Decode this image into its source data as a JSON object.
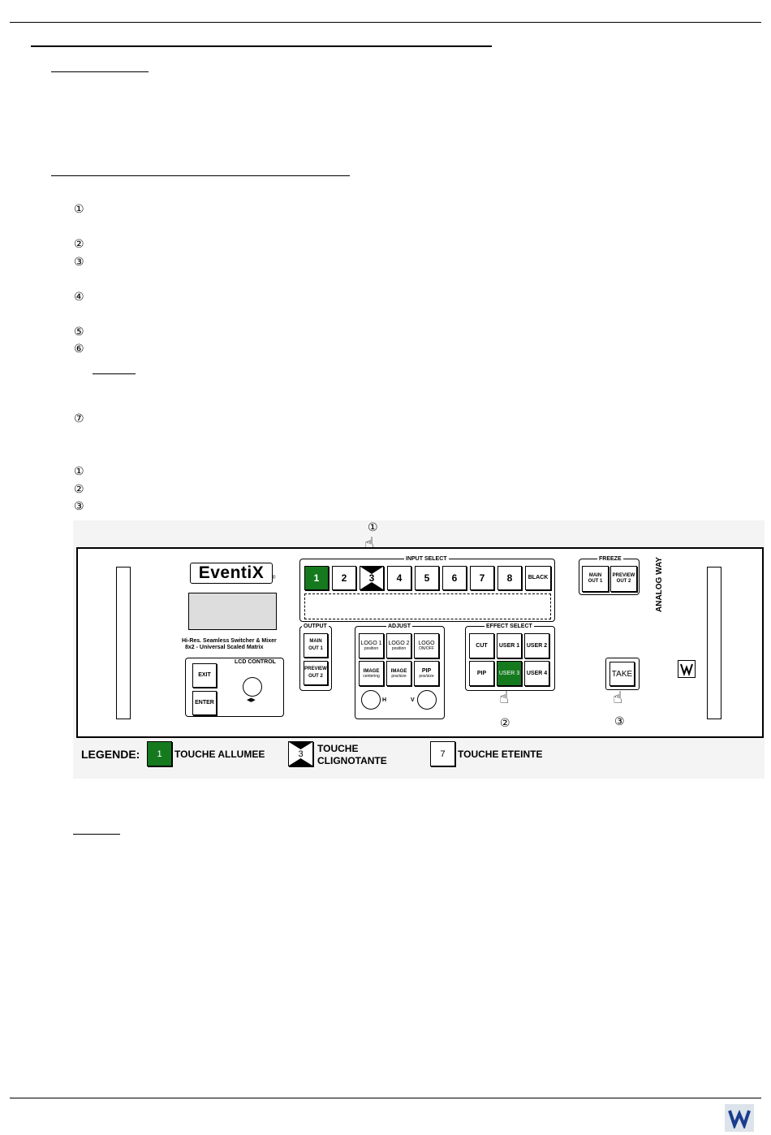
{
  "doc": {
    "steps_a": [
      "①",
      "②",
      "③",
      "④",
      "⑤",
      "⑥",
      "⑦"
    ],
    "steps_b": [
      "①",
      "②",
      "③"
    ]
  },
  "panel": {
    "brand": "EventiX",
    "brand_mark": "®",
    "subtitle_line1": "Hi-Res. Seamless Switcher & Mixer",
    "subtitle_line2": "8x2 - Universal Scaled Matrix",
    "lcd_control_label": "LCD CONTROL",
    "exit_label": "EXIT",
    "enter_label": "ENTER",
    "arrows_glyph": "◀▶",
    "input_select": {
      "title": "INPUT SELECT",
      "buttons": [
        "1",
        "2",
        "3",
        "4",
        "5",
        "6",
        "7",
        "8",
        "BLACK"
      ]
    },
    "freeze": {
      "title": "FREEZE",
      "main_line1": "MAIN",
      "main_line2": "OUT 1",
      "preview_line1": "PREVIEW",
      "preview_line2": "OUT 2"
    },
    "output": {
      "title": "OUTPUT",
      "main_line1": "MAIN",
      "main_line2": "OUT 1",
      "preview_line1": "PREVIEW",
      "preview_line2": "OUT 2"
    },
    "adjust": {
      "title": "ADJUST",
      "logo1_line1": "LOGO 1",
      "logo1_line2": "position",
      "logo2_line1": "LOGO 2",
      "logo2_line2": "position",
      "logoonoff_line1": "LOGO",
      "logoonoff_line2": "ON/OFF",
      "image_c_line1": "IMAGE",
      "image_c_line2": "centering",
      "image_p_line1": "IMAGE",
      "image_p_line2": "pos/size",
      "pip_line1": "PIP",
      "pip_line2": "pos/size",
      "h_label": "H",
      "v_label": "V"
    },
    "effect_select": {
      "title": "EFFECT SELECT",
      "buttons": [
        "CUT",
        "USER 1",
        "USER 2",
        "PIP",
        "USER 3",
        "USER 4"
      ]
    },
    "take_label": "TAKE",
    "vendor": "ANALOG WAY",
    "callouts": [
      "①",
      "②",
      "③"
    ]
  },
  "legend": {
    "label": "LEGENDE:",
    "on_key": "1",
    "on_text": "TOUCHE ALLUMEE",
    "blink_key": "3",
    "blink_text_line1": "TOUCHE",
    "blink_text_line2": "CLIGNOTANTE",
    "off_key": "7",
    "off_text": "TOUCHE ETEINTE"
  },
  "colors": {
    "lit_button": "#157a1e"
  }
}
